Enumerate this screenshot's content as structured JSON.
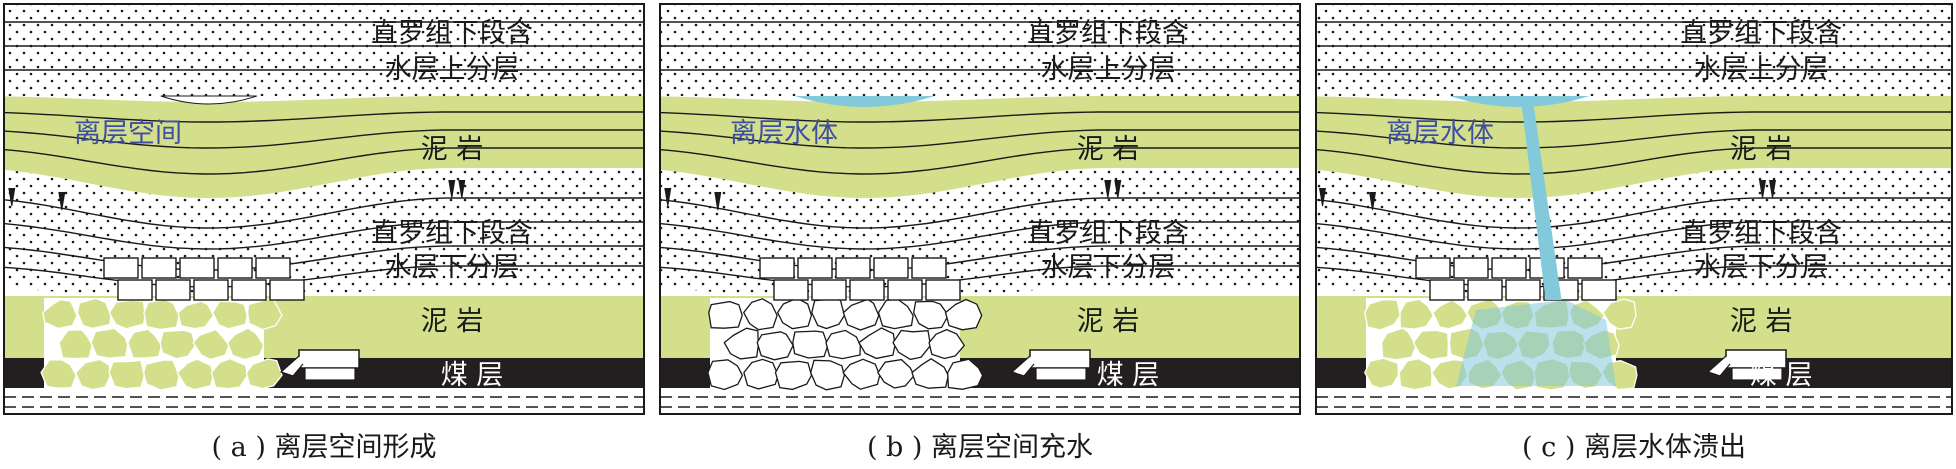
{
  "colors": {
    "mudstone": "#d3df8a",
    "water": "#82c9dc",
    "coal": "#231f20",
    "label_blue": "#3d4ea3",
    "line": "#1a1a1a"
  },
  "panels": [
    {
      "id": "a",
      "upper_aquifer_line1": "直罗组下段含",
      "upper_aquifer_line2": "水层上分层",
      "cavity_label": "离层空间",
      "mudstone_upper": "泥    岩",
      "lower_aquifer_line1": "直罗组下段含",
      "lower_aquifer_line2": "水层下分层",
      "mudstone_lower": "泥    岩",
      "coal": "煤    层",
      "caption": "( a ) 离层空间形成"
    },
    {
      "id": "b",
      "upper_aquifer_line1": "直罗组下段含",
      "upper_aquifer_line2": "水层上分层",
      "cavity_label": "离层水体",
      "mudstone_upper": "泥    岩",
      "lower_aquifer_line1": "直罗组下段含",
      "lower_aquifer_line2": "水层下分层",
      "mudstone_lower": "泥    岩",
      "coal": "煤    层",
      "caption": "( b ) 离层空间充水"
    },
    {
      "id": "c",
      "upper_aquifer_line1": "直罗组下段含",
      "upper_aquifer_line2": "水层上分层",
      "cavity_label": "离层水体",
      "mudstone_upper": "泥    岩",
      "lower_aquifer_line1": "直罗组下段含",
      "lower_aquifer_line2": "水层下分层",
      "mudstone_lower": "泥    岩",
      "coal": "煤    层",
      "caption": "( c ) 离层水体溃出"
    }
  ]
}
